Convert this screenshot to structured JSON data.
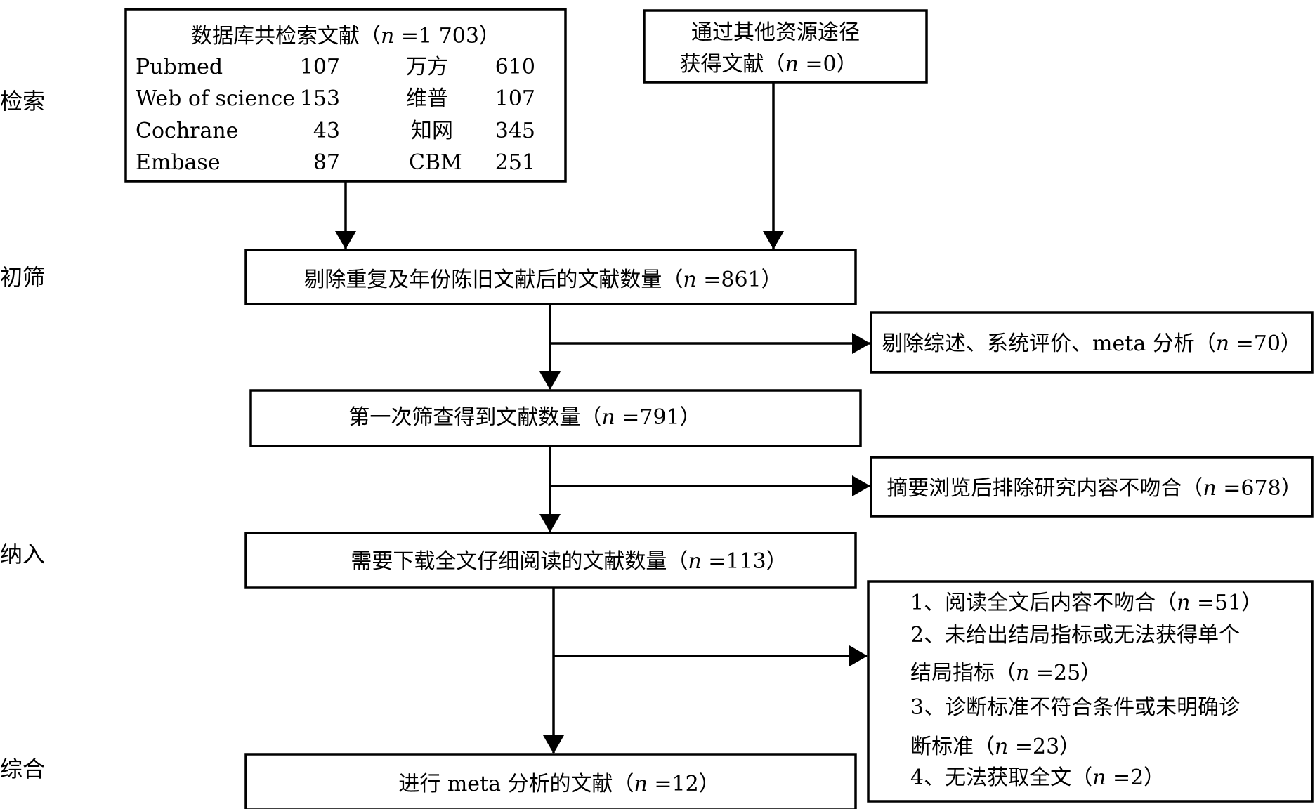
{
  "stages": {
    "search": "检索",
    "screen": "初筛",
    "include": "纳入",
    "synthesis": "综合"
  },
  "database_box": {
    "title_prefix": "数据库共检索文献（",
    "title_n": "n",
    "title_suffix": " =1 703）",
    "rows": [
      {
        "name_left": "Pubmed",
        "count_left": "107",
        "name_right": "万方",
        "count_right": "610"
      },
      {
        "name_left": "Web of science",
        "count_left": "153",
        "name_right": "维普",
        "count_right": "107"
      },
      {
        "name_left": "Cochrane",
        "count_left": "43",
        "name_right": "知网",
        "count_right": "345"
      },
      {
        "name_left": "Embase",
        "count_left": "87",
        "name_right": "CBM",
        "count_right": "251"
      }
    ]
  },
  "other_sources_box": {
    "line1": "通过其他资源途径",
    "line2_prefix": "获得文献（",
    "line2_n": "n",
    "line2_suffix": " =0）"
  },
  "dedup_box": {
    "prefix": "剔除重复及年份陈旧文献后的文献数量（",
    "n": "n",
    "suffix": " =861）"
  },
  "exclude_reviews_box": {
    "prefix": "剔除综述、系统评价、meta 分析（",
    "n": "n",
    "suffix": " =70）"
  },
  "first_screen_box": {
    "prefix": "第一次筛查得到文献数量（",
    "n": "n",
    "suffix": " =791）"
  },
  "exclude_abstract_box": {
    "prefix": "摘要浏览后排除研究内容不吻合（",
    "n": "n",
    "suffix": " =678）"
  },
  "fulltext_box": {
    "prefix": "需要下载全文仔细阅读的文献数量（",
    "n": "n",
    "suffix": " =113）"
  },
  "exclude_fulltext_box": {
    "lines": [
      {
        "prefix": "1、阅读全文后内容不吻合（",
        "n": "n",
        "suffix": " =51）"
      },
      {
        "prefix": "2、未给出结局指标或无法获得单个",
        "n": "",
        "suffix": ""
      },
      {
        "prefix": "结局指标（",
        "n": "n",
        "suffix": " =25）"
      },
      {
        "prefix": "3、诊断标准不符合条件或未明确诊",
        "n": "",
        "suffix": ""
      },
      {
        "prefix": "断标准（",
        "n": "n",
        "suffix": " =23）"
      },
      {
        "prefix": "4、无法获取全文（",
        "n": "n",
        "suffix": " =2）"
      }
    ]
  },
  "meta_box": {
    "prefix": "进行 meta 分析的文献（",
    "n": "n",
    "suffix": " =12）"
  }
}
